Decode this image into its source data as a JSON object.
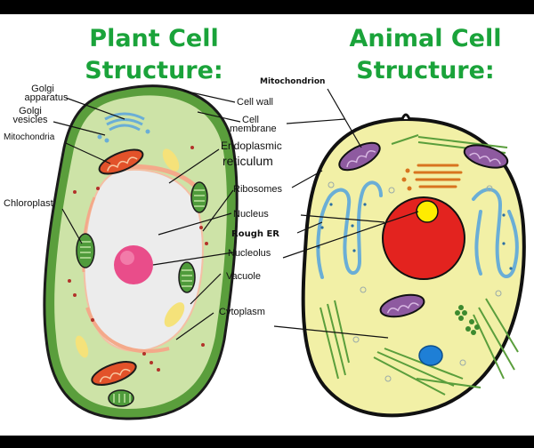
{
  "titles": {
    "plant_line1": "Plant Cell",
    "plant_line2": "Structure:",
    "animal_line1": "Animal Cell",
    "animal_line2": "Structure:"
  },
  "plant_labels": {
    "golgi_apparatus_1": "Golgi",
    "golgi_apparatus_2": "apparatus",
    "golgi_vesicles_1": "Golgi",
    "golgi_vesicles_2": "vesicles",
    "mitochondria": "Mitochondria",
    "chloroplast": "Chloroplast"
  },
  "shared_labels": {
    "cell_wall": "Cell wall",
    "cell_membrane_1": "Cell",
    "cell_membrane_2": "membrane",
    "endoplasmic_1": "Endoplasmic",
    "endoplasmic_2": "reticulum",
    "ribosomes": "Ribosomes",
    "nucleus": "Nucleus",
    "rough_er": "Rough ER",
    "nucleolus": "Nucleolus",
    "vacuole": "Vacuole",
    "cytoplasm": "Cytoplasm"
  },
  "animal_labels": {
    "mitochondrion": "Mitochondrion"
  },
  "colors": {
    "title_green": "#1aa33a",
    "plant_wall": "#5a9e3c",
    "plant_cytoplasm": "#cde3a7",
    "animal_cytoplasm": "#f2f0a6",
    "nucleus_red": "#e3231f",
    "nucleolus_yellow": "#ffec00",
    "mitochondria_purple": "#8e5aa0",
    "mitochondria_orange": "#e2522a",
    "er_blue": "#6aaed6",
    "nucleolus_pink": "#e94d8a",
    "vacuole_blue": "#1e7fd6"
  }
}
